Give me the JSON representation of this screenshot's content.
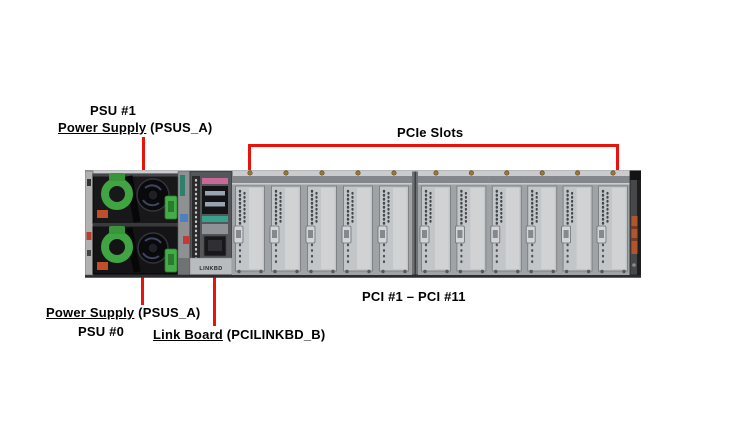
{
  "figure": {
    "psu1": {
      "title": "PSU #1",
      "link": "Power Supply",
      "suffix": " (PSUS_A)"
    },
    "psu0": {
      "title": "PSU #0",
      "link": "Power Supply",
      "suffix": " (PSUS_A)"
    },
    "pcie": {
      "title": "PCIe Slots",
      "range": "PCI #1 – PCI #11"
    },
    "linkboard": {
      "link": "Link Board",
      "suffix": " (PCILINKBD_B)"
    }
  },
  "chassis": {
    "linkbd_silkscreen": "LINKBD",
    "pcie_slot_count": 11
  },
  "colors": {
    "annotation_red": "#ea1309",
    "psu_handle_green": "#3fa441",
    "edge_label_orange": "#b0562f",
    "chassis_gray": "#9fa3a6"
  }
}
